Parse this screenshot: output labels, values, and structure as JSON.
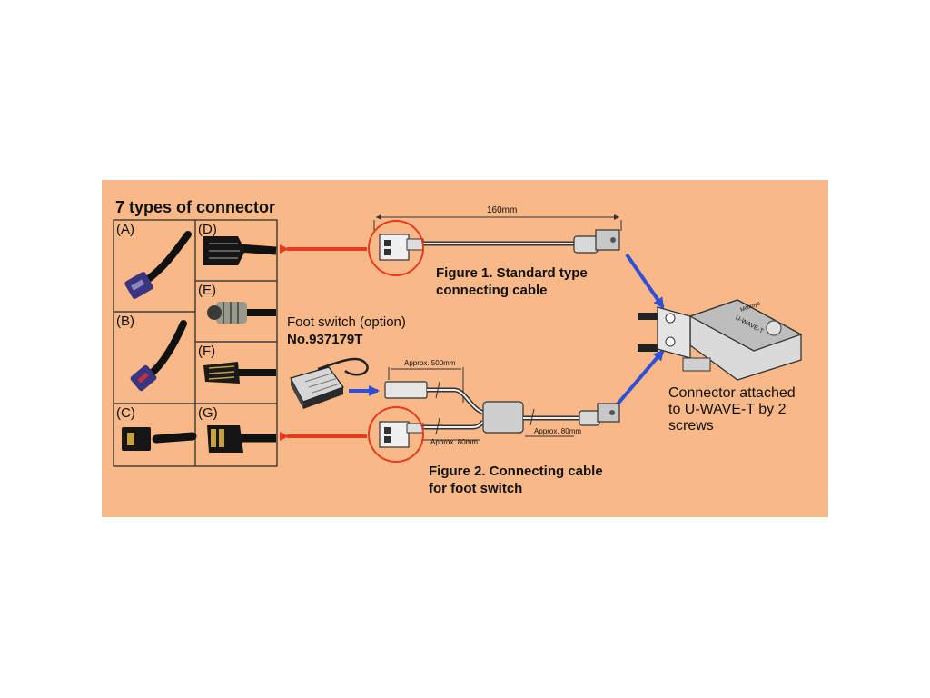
{
  "panel_color": "#f8b888",
  "arrow_red": "#e83a1e",
  "arrow_blue": "#2f4fd8",
  "title": "7 types of connector",
  "connector_labels": [
    "(A)",
    "(B)",
    "(C)",
    "(D)",
    "(E)",
    "(F)",
    "(G)"
  ],
  "figure1": {
    "dimension": "160mm",
    "caption_line1": "Figure 1. Standard type",
    "caption_line2": "connecting cable"
  },
  "foot_switch": {
    "label": "Foot switch (option)",
    "part_no": "No.937179T"
  },
  "figure2": {
    "dim_top": "Approx. 500mm",
    "dim_left": "Approx. 80mm",
    "dim_right": "Approx. 80mm",
    "caption_line1": "Figure 2. Connecting cable",
    "caption_line2": "for foot switch"
  },
  "device": {
    "brand": "Mitutoyo",
    "model": "U-WAVE-T"
  },
  "connector_note": {
    "line1": "Connector attached",
    "line2": "to U-WAVE-T by 2",
    "line3": "screws"
  }
}
